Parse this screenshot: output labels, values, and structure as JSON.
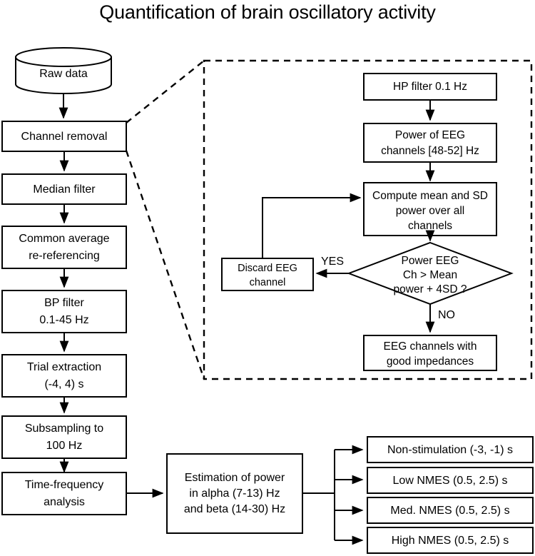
{
  "title": "Quantification of brain oscillatory activity",
  "main_pipeline": {
    "source_node": {
      "label": "Raw data",
      "shape": "cylinder"
    },
    "steps": [
      {
        "label": "Channel removal",
        "lines": [
          "Channel removal"
        ]
      },
      {
        "label": "Median filter",
        "lines": [
          "Median filter"
        ]
      },
      {
        "label": "Common average re-referencing",
        "lines": [
          "Common average",
          "re-referencing"
        ]
      },
      {
        "label": "BP filter 0.1-45 Hz",
        "lines": [
          "BP filter",
          "0.1-45 Hz"
        ]
      },
      {
        "label": "Trial extraction (-4, 4) s",
        "lines": [
          "Trial extraction",
          "(-4, 4) s"
        ]
      },
      {
        "label": "Subsampling to 100 Hz",
        "lines": [
          "Subsampling to",
          "100 Hz"
        ]
      },
      {
        "label": "Time-frequency analysis",
        "lines": [
          "Time-frequency",
          "analysis"
        ]
      }
    ]
  },
  "estimation_node": {
    "label": "Estimation of power in alpha (7-13) Hz and beta (14-30) Hz",
    "lines": [
      "Estimation of power",
      "in alpha (7-13) Hz",
      "and beta (14-30) Hz"
    ]
  },
  "outputs": [
    {
      "label": "Non-stimulation  (-3, -1) s"
    },
    {
      "label": "Low NMES (0.5, 2.5) s"
    },
    {
      "label": "Med. NMES (0.5, 2.5) s"
    },
    {
      "label": "High NMES (0.5, 2.5) s"
    }
  ],
  "inset": {
    "nodes": [
      {
        "label": "HP filter 0.1 Hz",
        "lines": [
          "HP filter 0.1 Hz"
        ]
      },
      {
        "label": "Power of EEG channels [48-52] Hz",
        "lines": [
          "Power of EEG",
          "channels [48-52] Hz"
        ]
      },
      {
        "label": "Compute mean and SD power over all channels",
        "lines": [
          "Compute mean and SD",
          "power over all",
          "channels"
        ]
      },
      {
        "label": "Discard EEG channel",
        "lines": [
          "Discard EEG",
          "channel"
        ]
      },
      {
        "label": "EEG channels with good impedances",
        "lines": [
          "EEG channels with",
          "good impedances"
        ]
      }
    ],
    "decision": {
      "label": "Power EEG Ch > Mean power + 4SD ?",
      "lines": [
        "Power EEG",
        "Ch > Mean",
        "power + 4SD ?"
      ]
    },
    "branch_yes": "YES",
    "branch_no": "NO"
  },
  "colors": {
    "stroke": "#000000",
    "background": "#ffffff",
    "text": "#000000"
  }
}
